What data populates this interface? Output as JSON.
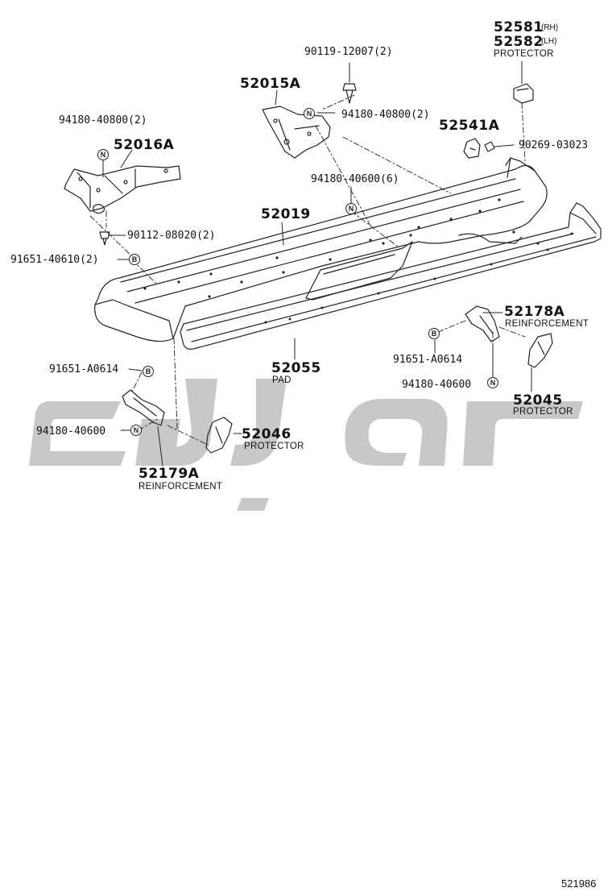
{
  "labels": {
    "p52581": "52581",
    "p52581_side": "(RH)",
    "p52582": "52582",
    "p52582_side": "(LH)",
    "p5258x_name": "PROTECTOR",
    "p90119": "90119-12007(2)",
    "p52015A": "52015A",
    "p94180_40800_right": "94180-40800(2)",
    "p52541A": "52541A",
    "p90269": "90269-03023",
    "p94180_40800_left": "94180-40800(2)",
    "p52016A": "52016A",
    "p94180_40600_6": "94180-40600(6)",
    "p52019": "52019",
    "p90112": "90112-08020(2)",
    "p91651_40610": "91651-40610(2)",
    "p52178A": "52178A",
    "p52178A_name": "REINFORCEMENT",
    "p91651_A0614_right": "91651-A0614",
    "p52055": "52055",
    "p52055_name": "PAD",
    "p94180_40600_right": "94180-40600",
    "p52045": "52045",
    "p52045_name": "PROTECTOR",
    "p91651_A0614_left": "91651-A0614",
    "p94180_40600_left": "94180-40600",
    "p52046": "52046",
    "p52046_name": "PROTECTOR",
    "p52179A": "52179A",
    "p52179A_name": "REINFORCEMENT"
  },
  "badges": {
    "n": "N",
    "b": "B"
  },
  "footer": {
    "code": "521986"
  },
  "colors": {
    "line": "#222222",
    "watermark": "#c8c8c8"
  }
}
